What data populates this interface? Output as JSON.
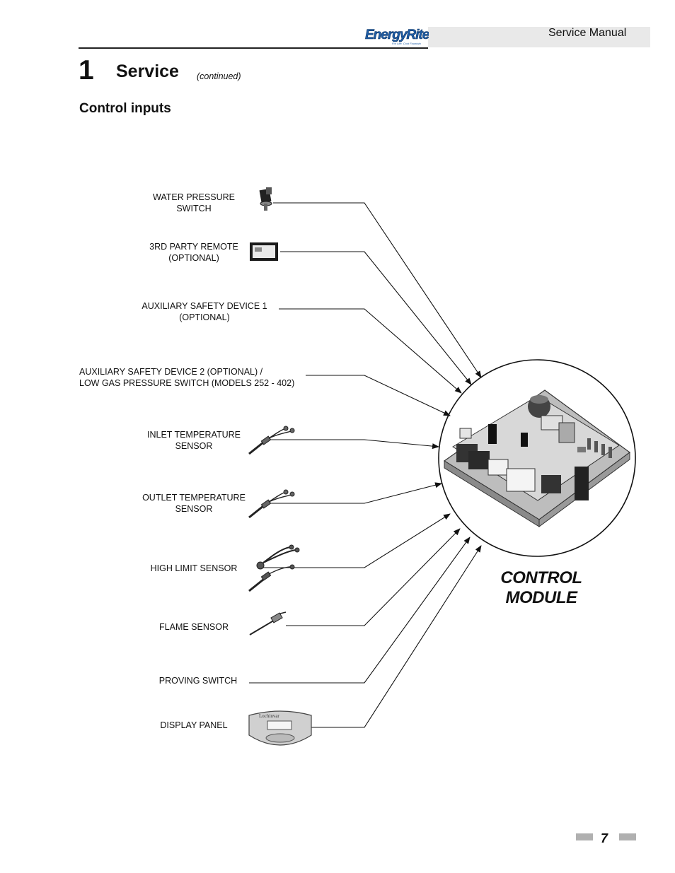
{
  "header": {
    "brand": "EnergyRite",
    "brand_tagline": "For Life. Cost Fountain",
    "manual_label": "Service Manual"
  },
  "chapter": {
    "number": "1",
    "title": "Service",
    "continued": "(continued)"
  },
  "section_title": "Control inputs",
  "inputs": [
    {
      "line1": "WATER PRESSURE",
      "line2": "SWITCH"
    },
    {
      "line1": "3RD PARTY REMOTE",
      "line2": "(OPTIONAL)"
    },
    {
      "line1": "AUXILIARY SAFETY DEVICE 1",
      "line2": "(OPTIONAL)"
    },
    {
      "line1": "AUXILIARY SAFETY DEVICE 2  (OPTIONAL) /",
      "line2": "LOW GAS PRESSURE SWITCH (MODELS 252 - 402)"
    },
    {
      "line1": "INLET TEMPERATURE",
      "line2": "SENSOR"
    },
    {
      "line1": "OUTLET TEMPERATURE",
      "line2": "SENSOR"
    },
    {
      "line1": "HIGH LIMIT SENSOR"
    },
    {
      "line1": "FLAME SENSOR"
    },
    {
      "line1": "PROVING SWITCH"
    },
    {
      "line1": "DISPLAY PANEL"
    }
  ],
  "display_panel_brand": "Lochinvar",
  "control_module": {
    "line1": "CONTROL",
    "line2": "MODULE"
  },
  "page_number": "7"
}
